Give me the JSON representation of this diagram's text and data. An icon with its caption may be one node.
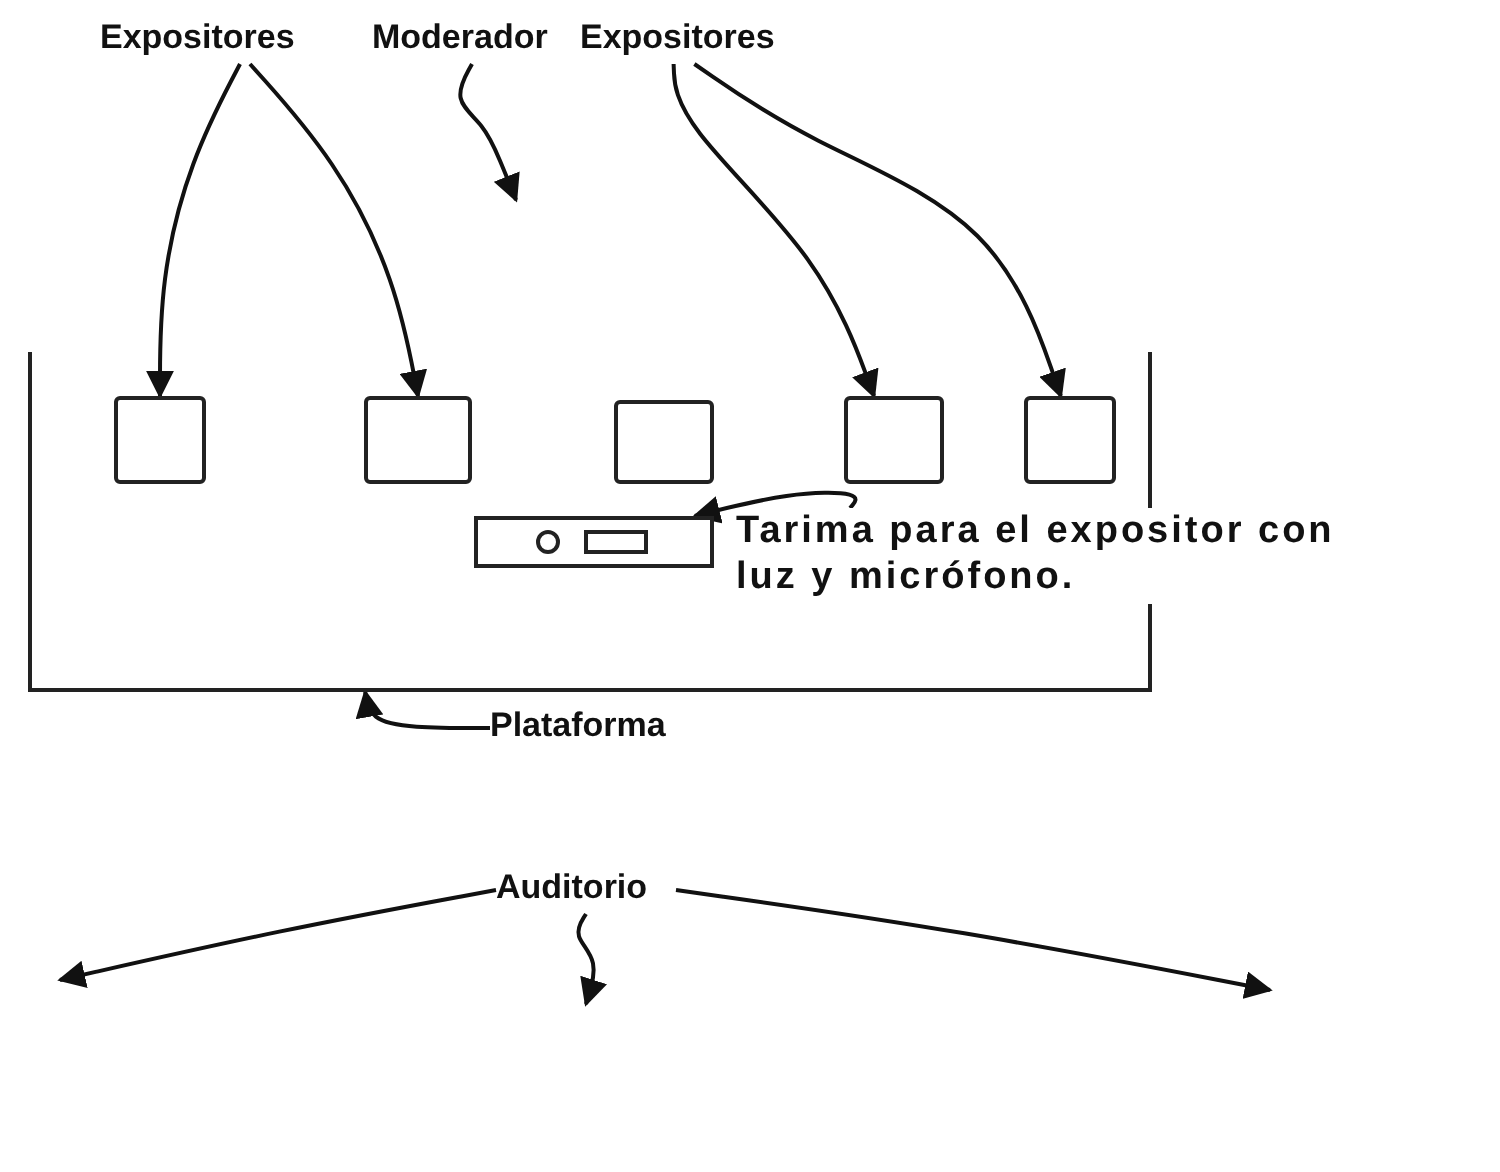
{
  "diagram": {
    "nodes": [
      {
        "text": [
          "Expositores"
        ]
      },
      {
        "text": [
          "Moderador"
        ]
      },
      {
        "text": [
          "Expositores"
        ]
      },
      {
        "text": [],
        "shape": "box"
      },
      {
        "text": [],
        "shape": "box",
        "in": 3
      },
      {
        "text": [],
        "shape": "box",
        "in": 3
      },
      {
        "text": [],
        "shape": "box",
        "in": 3
      },
      {
        "text": [],
        "shape": "box",
        "in": 3
      },
      {
        "text": [],
        "shape": "box",
        "in": 3
      },
      {
        "text": [],
        "shape": "box",
        "in": 3
      },
      {
        "text": [
          "Tarima para el expositor con luz y micrófono."
        ]
      },
      {
        "text": [
          "Plataforma"
        ]
      },
      {
        "text": [
          "Auditorio"
        ]
      }
    ],
    "edges": [
      {
        "from": 0,
        "to": 4,
        "arrow": "to"
      },
      {
        "from": 0,
        "to": 5,
        "arrow": "to"
      },
      {
        "from": 1,
        "to": null,
        "arrow": "to"
      },
      {
        "from": 2,
        "to": 7,
        "arrow": "to"
      },
      {
        "from": 2,
        "to": 8,
        "arrow": "to"
      },
      {
        "from": 10,
        "to": 9,
        "arrow": "to"
      },
      {
        "from": 11,
        "to": 3,
        "arrow": "to"
      },
      {
        "from": 12,
        "to": null,
        "arrow": "to"
      },
      {
        "from": 12,
        "to": null,
        "arrow": "to"
      },
      {
        "from": 12,
        "to": null,
        "arrow": "to"
      }
    ]
  }
}
